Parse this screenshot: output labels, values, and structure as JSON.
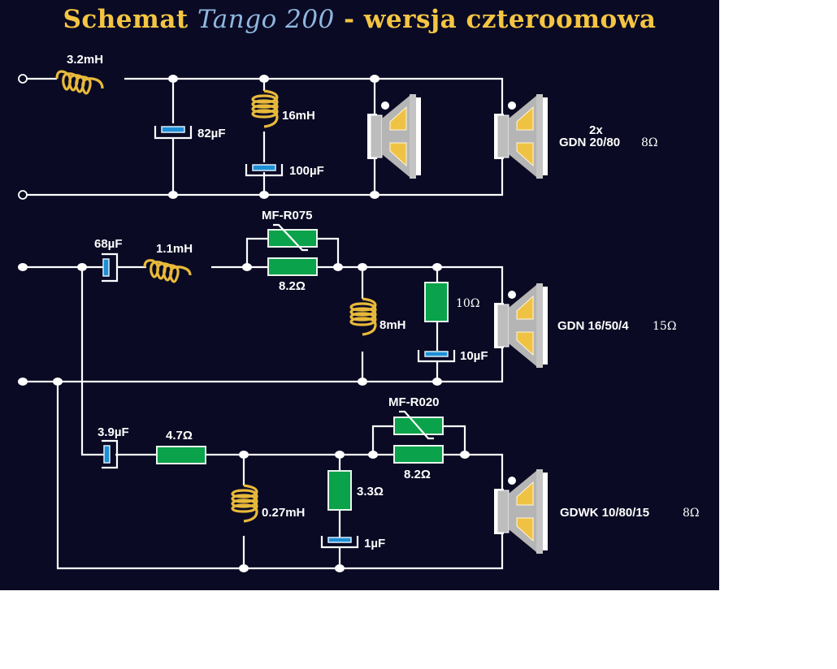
{
  "title": {
    "part1": "Schemat ",
    "part2": "Tango 200",
    "part3": " - wersja czteroomowa"
  },
  "colors": {
    "background": "#0a0a24",
    "title": "#f4c542",
    "title_accent": "#8fb8e0",
    "inductor": "#e8b93a",
    "resistor": "#0aa24a",
    "capacitor": "#1d8fd6",
    "wire": "#ffffff"
  },
  "section1": {
    "L1": "3.2mH",
    "C1": "82µF",
    "L2": "16mH",
    "C2": "100µF",
    "speaker_count": "2x",
    "speaker_model": "GDN 20/80",
    "speaker_impedance": "8Ω"
  },
  "section2": {
    "C1": "68µF",
    "L1": "1.1mH",
    "PTC": "MF-R075",
    "R1": "8.2Ω",
    "L2": "8mH",
    "R2": "10Ω",
    "C2": "10µF",
    "speaker_model": "GDN 16/50/4",
    "speaker_impedance": "15Ω"
  },
  "section3": {
    "C1": "3.9µF",
    "R1": "4.7Ω",
    "L1": "0.27mH",
    "R2": "3.3Ω",
    "C2": "1µF",
    "PTC": "MF-R020",
    "R3": "8.2Ω",
    "speaker_model": "GDWK 10/80/15",
    "speaker_impedance": "8Ω"
  }
}
